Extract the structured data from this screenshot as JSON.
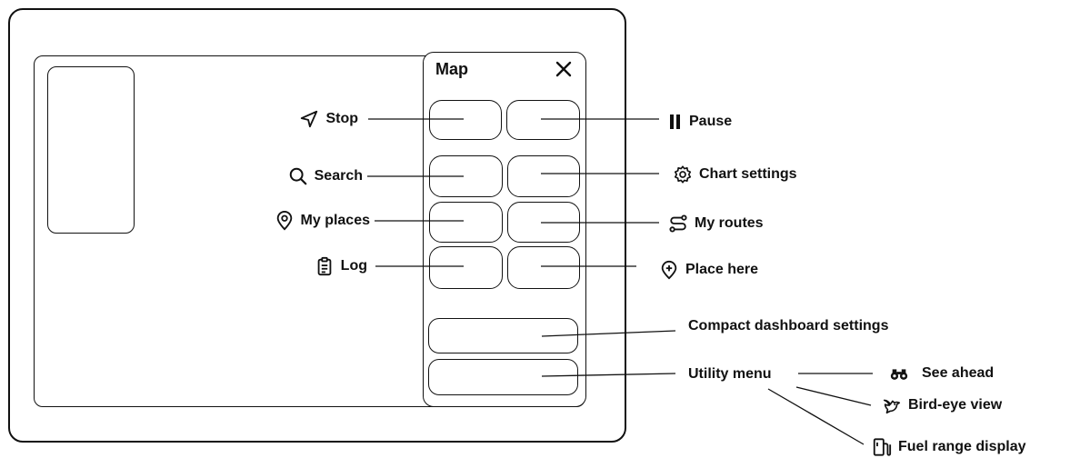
{
  "panel": {
    "title": "Map"
  },
  "labels": {
    "stop": "Stop",
    "search": "Search",
    "my_places": "My places",
    "log": "Log",
    "pause": "Pause",
    "chart_settings": "Chart settings",
    "my_routes": "My routes",
    "place_here": "Place here",
    "compact_dashboard_settings": "Compact dashboard settings",
    "utility_menu": "Utility menu",
    "see_ahead": "See ahead",
    "bird_eye_view": "Bird-eye view",
    "fuel_range_display": "Fuel range display"
  },
  "icons": {
    "stop": "navigation-arrow-icon",
    "search": "search-icon",
    "my_places": "location-pin-icon",
    "log": "clipboard-icon",
    "pause": "pause-icon",
    "chart_settings": "gear-icon",
    "my_routes": "route-icon",
    "place_here": "add-place-icon",
    "see_ahead": "binoculars-icon",
    "bird_eye_view": "bird-icon",
    "fuel_range_display": "fuel-pump-icon",
    "close": "close-icon"
  }
}
